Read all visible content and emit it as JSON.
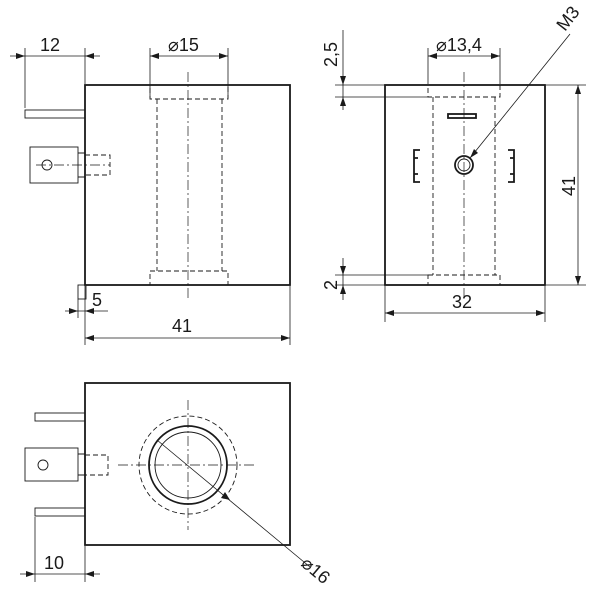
{
  "drawing": {
    "front": {
      "dim_terminal_offset": "12",
      "dim_bore_diameter": "⌀15",
      "dim_flange": "5",
      "dim_width": "41"
    },
    "side": {
      "dim_top_flange": "2,5",
      "dim_bore_diameter": "⌀13,4",
      "dim_thread": "M3",
      "dim_height": "41",
      "dim_bottom_flange": "2",
      "dim_depth": "32"
    },
    "top": {
      "dim_terminal_length": "10",
      "dim_outer_diameter": "⌀16"
    }
  }
}
